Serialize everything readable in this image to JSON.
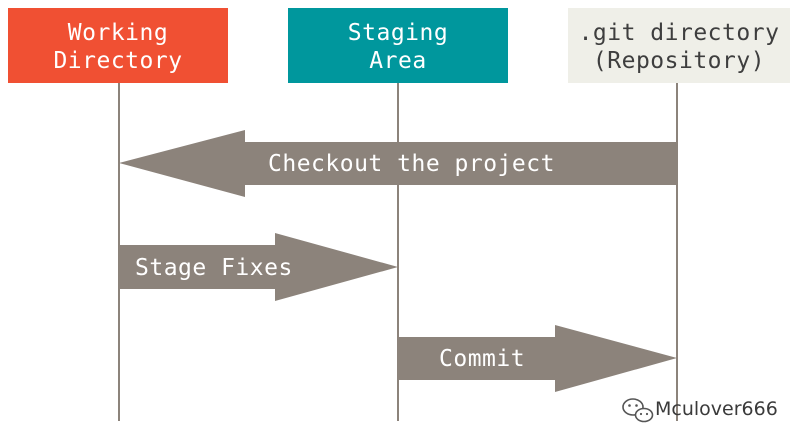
{
  "columns": [
    {
      "key": "working",
      "line1": "Working",
      "line2": "Directory",
      "fill": "#f05033",
      "text_color": "#ffffff"
    },
    {
      "key": "staging",
      "line1": "Staging",
      "line2": "Area",
      "fill": "#00979d",
      "text_color": "#ffffff"
    },
    {
      "key": "repo",
      "line1": ".git directory",
      "line2": "(Repository)",
      "fill": "#efefe8",
      "text_color": "#3e3e3e"
    }
  ],
  "arrows": [
    {
      "key": "checkout",
      "label": "Checkout the project",
      "from": "repo",
      "to": "working"
    },
    {
      "key": "stage",
      "label": "Stage Fixes",
      "from": "working",
      "to": "staging"
    },
    {
      "key": "commit",
      "label": "Commit",
      "from": "staging",
      "to": "repo"
    }
  ],
  "colors": {
    "arrow": "#8c837b",
    "lifeline": "#8c837b"
  },
  "watermark": {
    "text": "Mculover666",
    "icon": "wechat-icon"
  }
}
